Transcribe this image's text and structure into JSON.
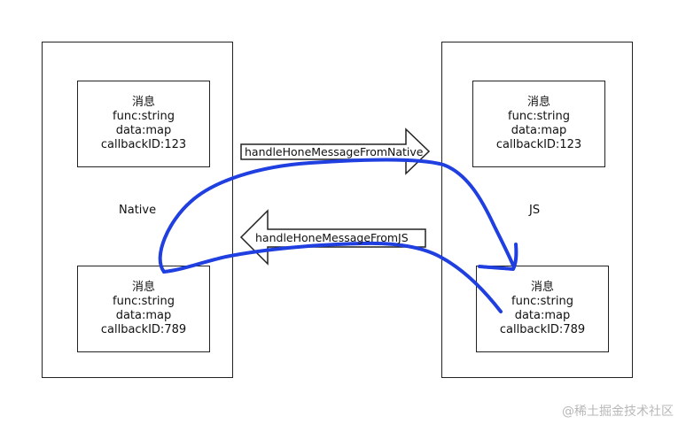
{
  "native": {
    "label": "Native",
    "top_message": {
      "title": "消息",
      "func": "func:string",
      "data": "data:map",
      "callback": "callbackID:123"
    },
    "bottom_message": {
      "title": "消息",
      "func": "func:string",
      "data": "data:map",
      "callback": "callbackID:789"
    }
  },
  "js": {
    "label": "JS",
    "top_message": {
      "title": "消息",
      "func": "func:string",
      "data": "data:map",
      "callback": "callbackID:123"
    },
    "bottom_message": {
      "title": "消息",
      "func": "func:string",
      "data": "data:map",
      "callback": "callbackID:789"
    }
  },
  "arrows": {
    "to_js": "handleHoneMessageFromNative",
    "to_native": "handleHoneMessageFromJS"
  },
  "annotation_color": "#1f3fe0",
  "watermark": "@稀土掘金技术社区"
}
